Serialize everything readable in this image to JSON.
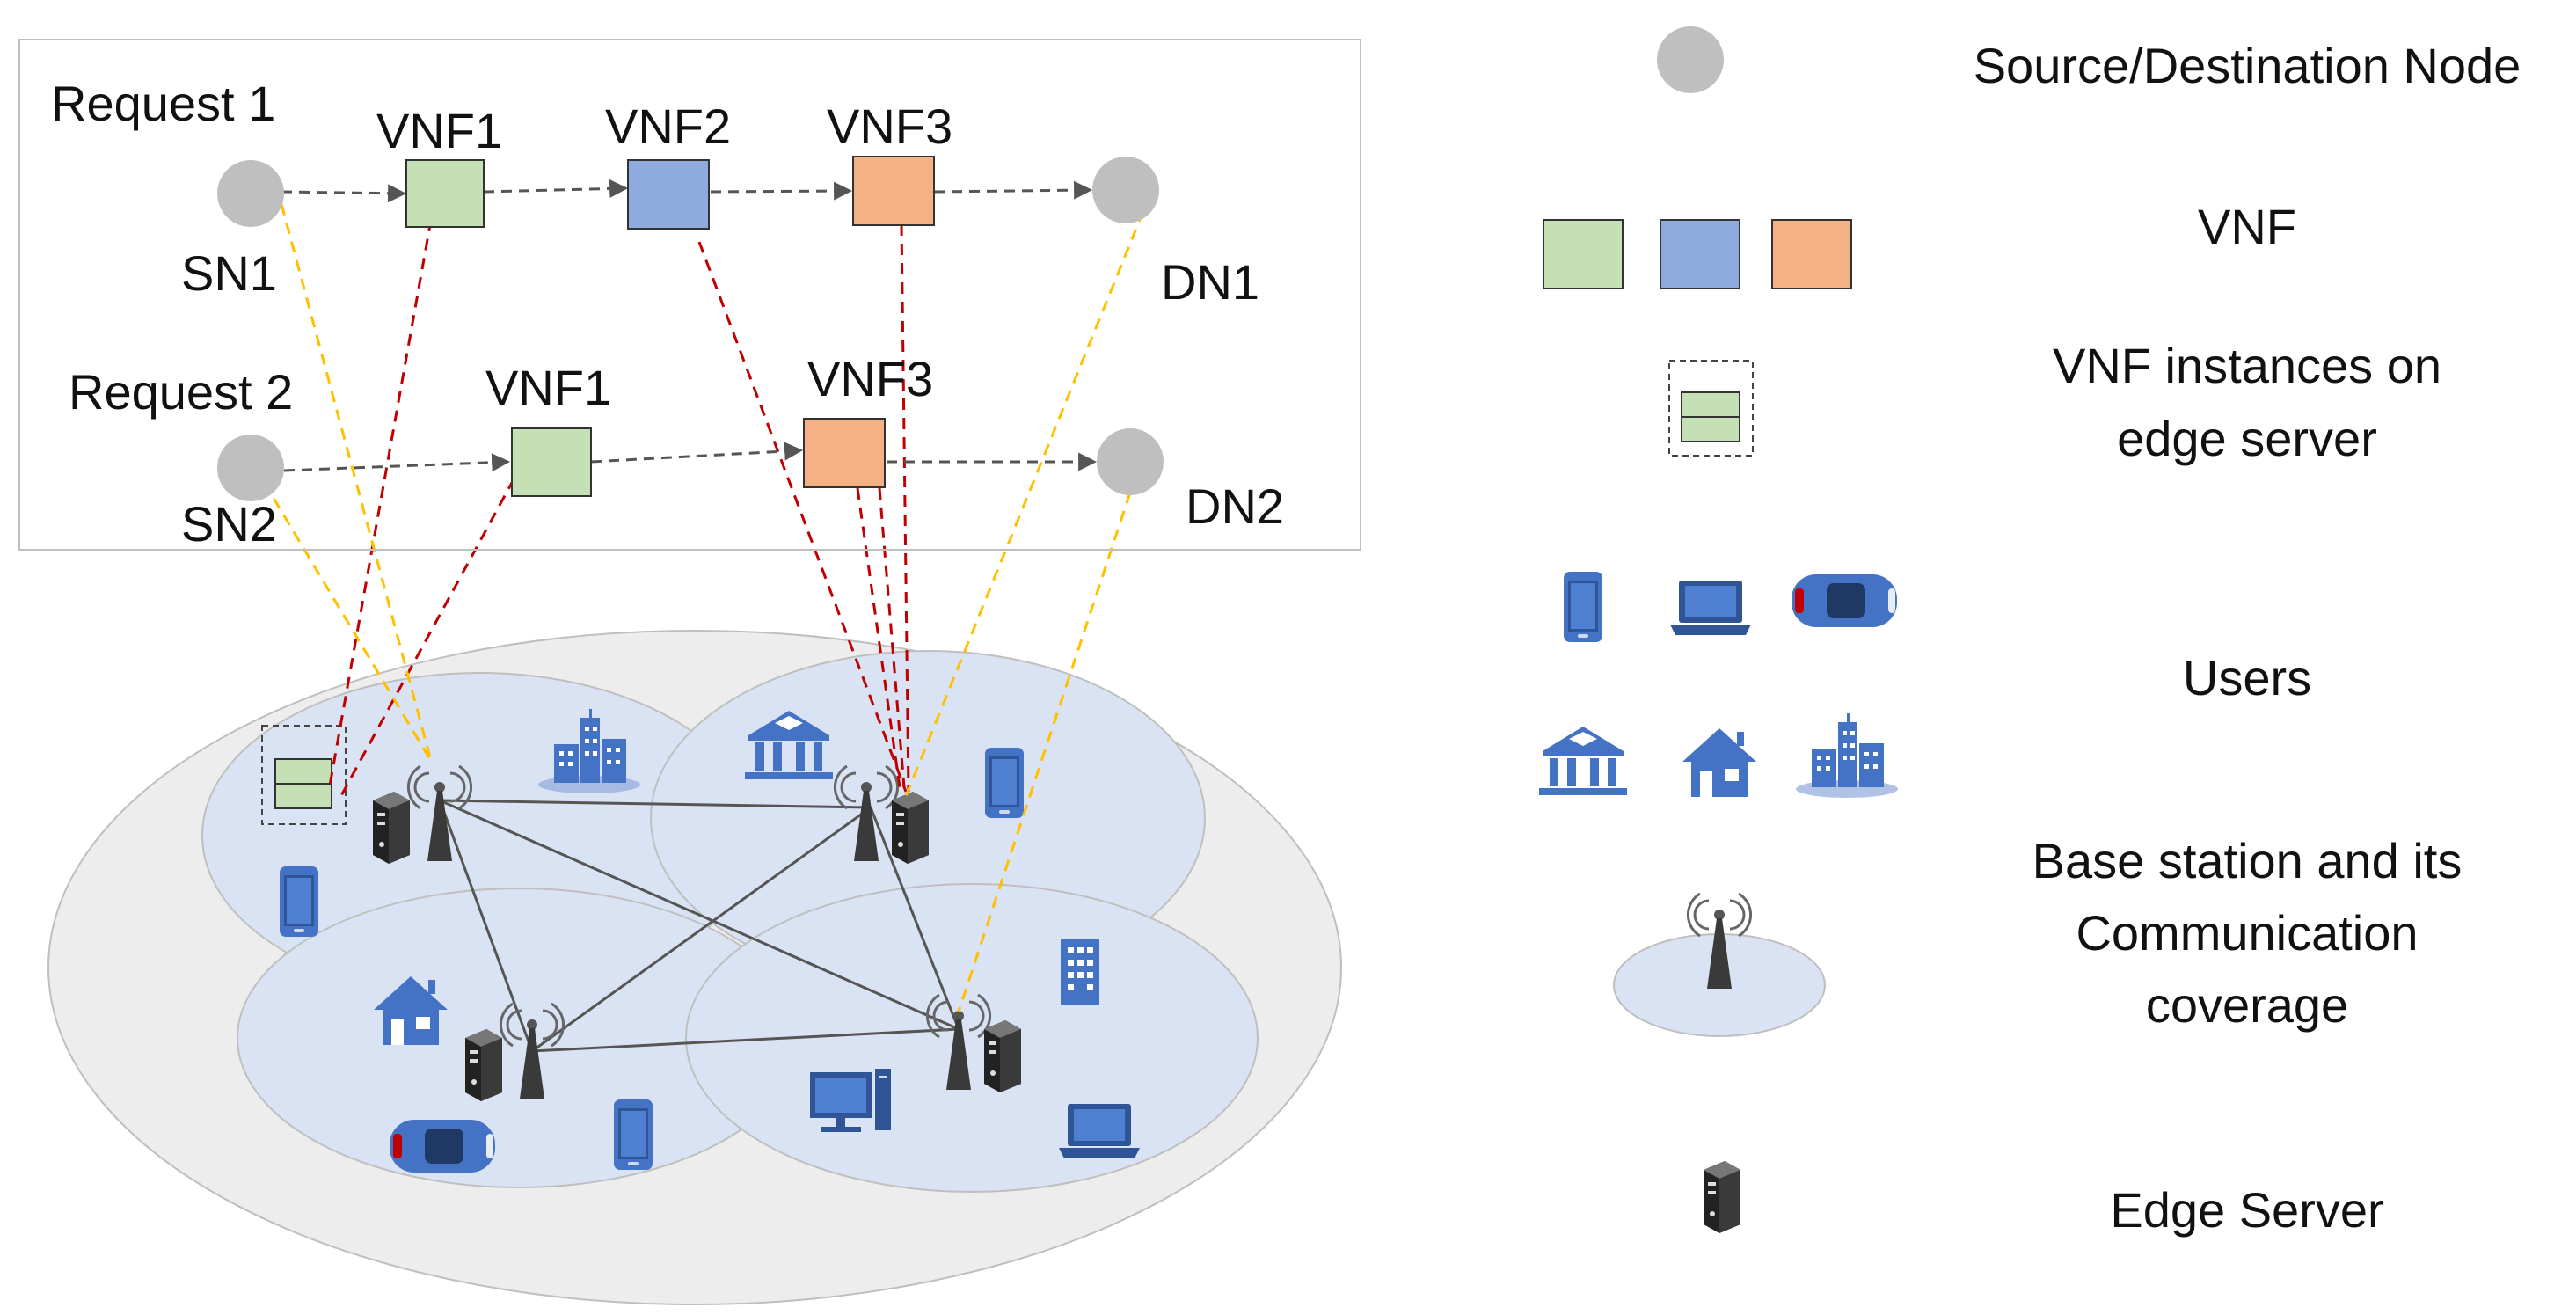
{
  "requests": [
    {
      "title": "Request 1",
      "source": "SN1",
      "destination": "DN1",
      "vnfs": [
        "VNF1",
        "VNF2",
        "VNF3"
      ]
    },
    {
      "title": "Request 2",
      "source": "SN2",
      "destination": "DN2",
      "vnfs": [
        "VNF1",
        "VNF3"
      ]
    }
  ],
  "legend": {
    "node": "Source/Destination Node",
    "vnf": "VNF",
    "vnf_instances_line1": "VNF instances on",
    "vnf_instances_line2": "edge server",
    "users": "Users",
    "base_station_line1": "Base station and its",
    "base_station_line2": "Communication",
    "base_station_line3": "coverage",
    "edge_server": "Edge Server"
  },
  "colors": {
    "vnf1": "#c5e0b4",
    "vnf2": "#8faadc",
    "vnf3": "#f4b183",
    "node": "#bfbfbf",
    "coverage": "#d9e1f2",
    "region": "#ededed",
    "mapping_line_red": "#c00000",
    "mapping_line_yellow": "#ffc000",
    "icon_blue": "#4472c4"
  }
}
